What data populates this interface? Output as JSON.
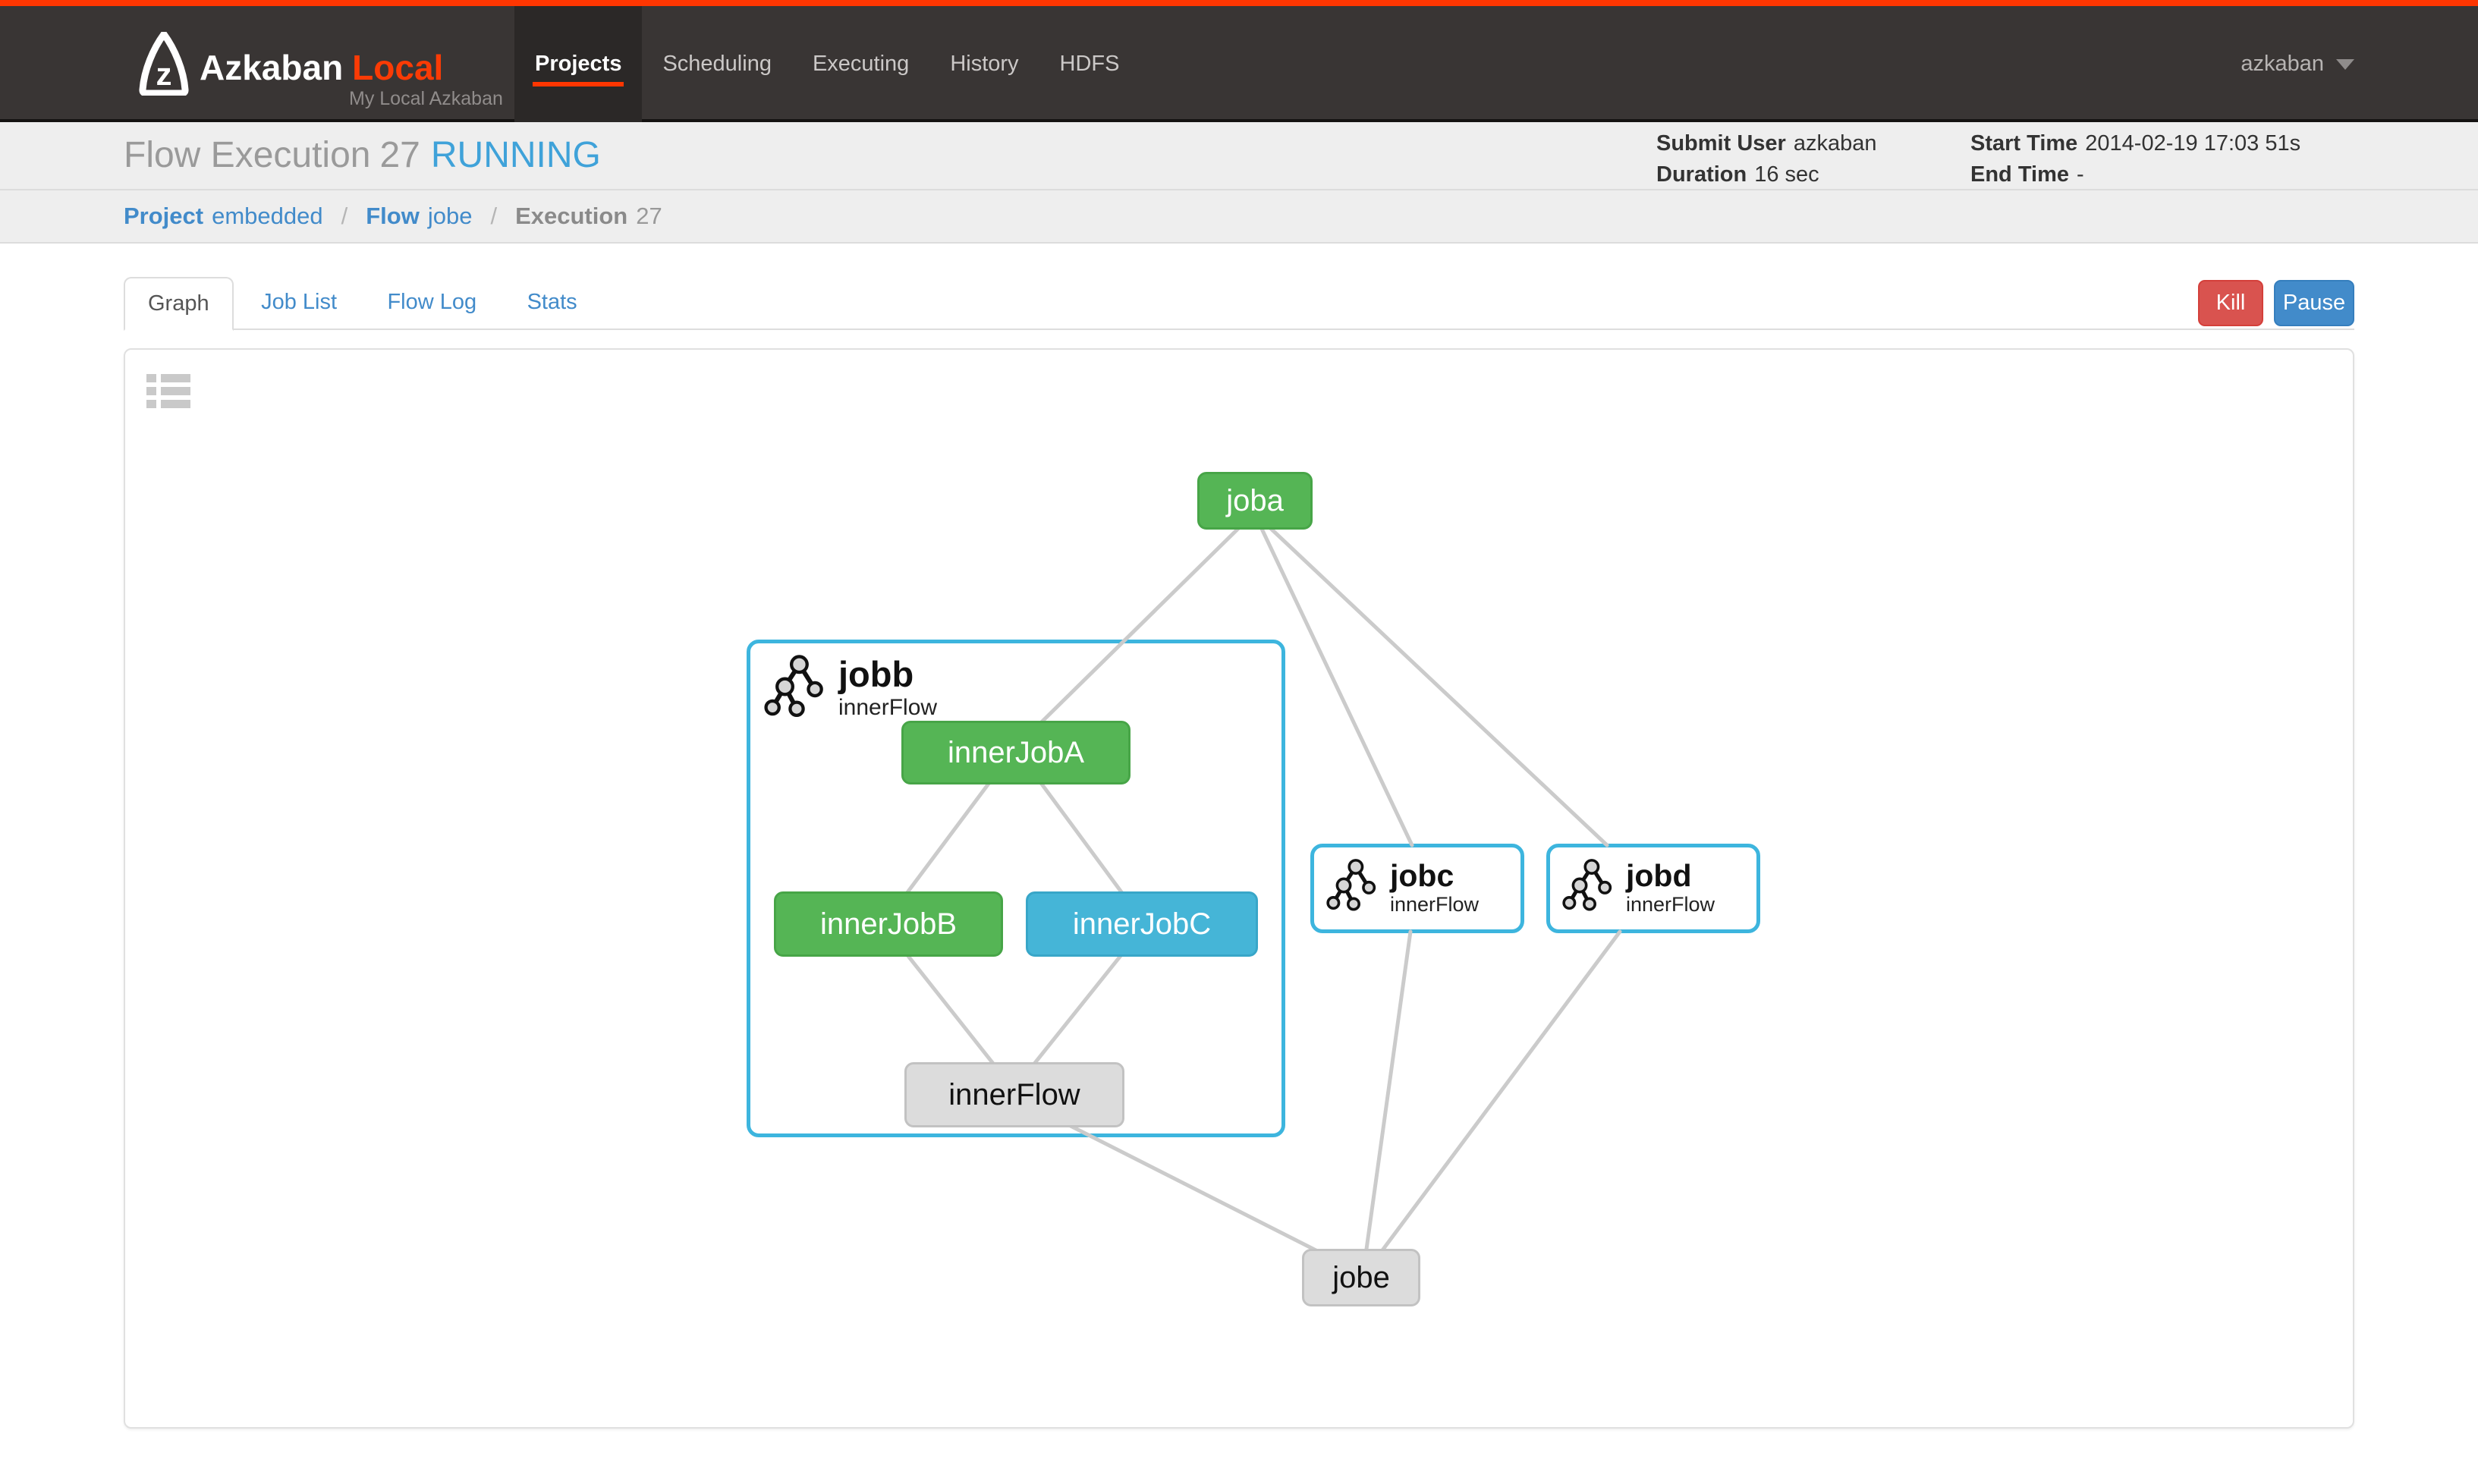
{
  "navbar": {
    "brand": "Azkaban",
    "brand_accent": "Local",
    "subtitle": "My Local Azkaban",
    "items": [
      {
        "label": "Projects",
        "active": true
      },
      {
        "label": "Scheduling",
        "active": false
      },
      {
        "label": "Executing",
        "active": false
      },
      {
        "label": "History",
        "active": false
      },
      {
        "label": "HDFS",
        "active": false
      }
    ],
    "user": "azkaban"
  },
  "header": {
    "title": "Flow Execution",
    "execution_id": "27",
    "status": "RUNNING",
    "meta": {
      "submit_user_label": "Submit User",
      "submit_user": "azkaban",
      "duration_label": "Duration",
      "duration": "16 sec",
      "start_time_label": "Start Time",
      "start_time": "2014-02-19 17:03 51s",
      "end_time_label": "End Time",
      "end_time": "-"
    }
  },
  "breadcrumb": {
    "separator": "/",
    "project_label": "Project",
    "project_value": "embedded",
    "flow_label": "Flow",
    "flow_value": "jobe",
    "execution_label": "Execution",
    "execution_value": "27"
  },
  "tabs": [
    {
      "label": "Graph",
      "active": true
    },
    {
      "label": "Job List",
      "active": false
    },
    {
      "label": "Flow Log",
      "active": false
    },
    {
      "label": "Stats",
      "active": false
    }
  ],
  "actions": {
    "kill_label": "Kill",
    "pause_label": "Pause"
  },
  "graph": {
    "nodes": {
      "joba": {
        "label": "joba",
        "status_color": "#55b555"
      },
      "innerJobA": {
        "label": "innerJobA",
        "status_color": "#55b555"
      },
      "innerJobB": {
        "label": "innerJobB",
        "status_color": "#55b555"
      },
      "innerJobC": {
        "label": "innerJobC",
        "status_color": "#45b5d7"
      },
      "innerFlow": {
        "label": "innerFlow",
        "status_color": "#dcdcdc"
      },
      "jobe": {
        "label": "jobe",
        "status_color": "#dcdcdc"
      }
    },
    "flow_boxes": {
      "jobb": {
        "title": "jobb",
        "subtitle": "innerFlow"
      },
      "jobc": {
        "title": "jobc",
        "subtitle": "innerFlow"
      },
      "jobd": {
        "title": "jobd",
        "subtitle": "innerFlow"
      }
    },
    "edges": [
      "joba->innerJobA",
      "joba->jobc",
      "joba->jobd",
      "innerJobA->innerJobB",
      "innerJobA->innerJobC",
      "innerJobB->innerFlow",
      "innerJobC->innerFlow",
      "innerFlow->jobe",
      "jobc->jobe",
      "jobd->jobe"
    ]
  },
  "colors": {
    "accent_orange": "#ff3601",
    "navbar_bg": "#393534",
    "link_blue": "#428bca",
    "status_running_blue": "#3fa2d9",
    "success_green": "#55b555",
    "running_cyan": "#45b5d7",
    "pending_gray": "#dcdcdc",
    "flow_box_border": "#3db5de",
    "kill_red": "#d9534f",
    "edge_gray": "#cccccc"
  }
}
